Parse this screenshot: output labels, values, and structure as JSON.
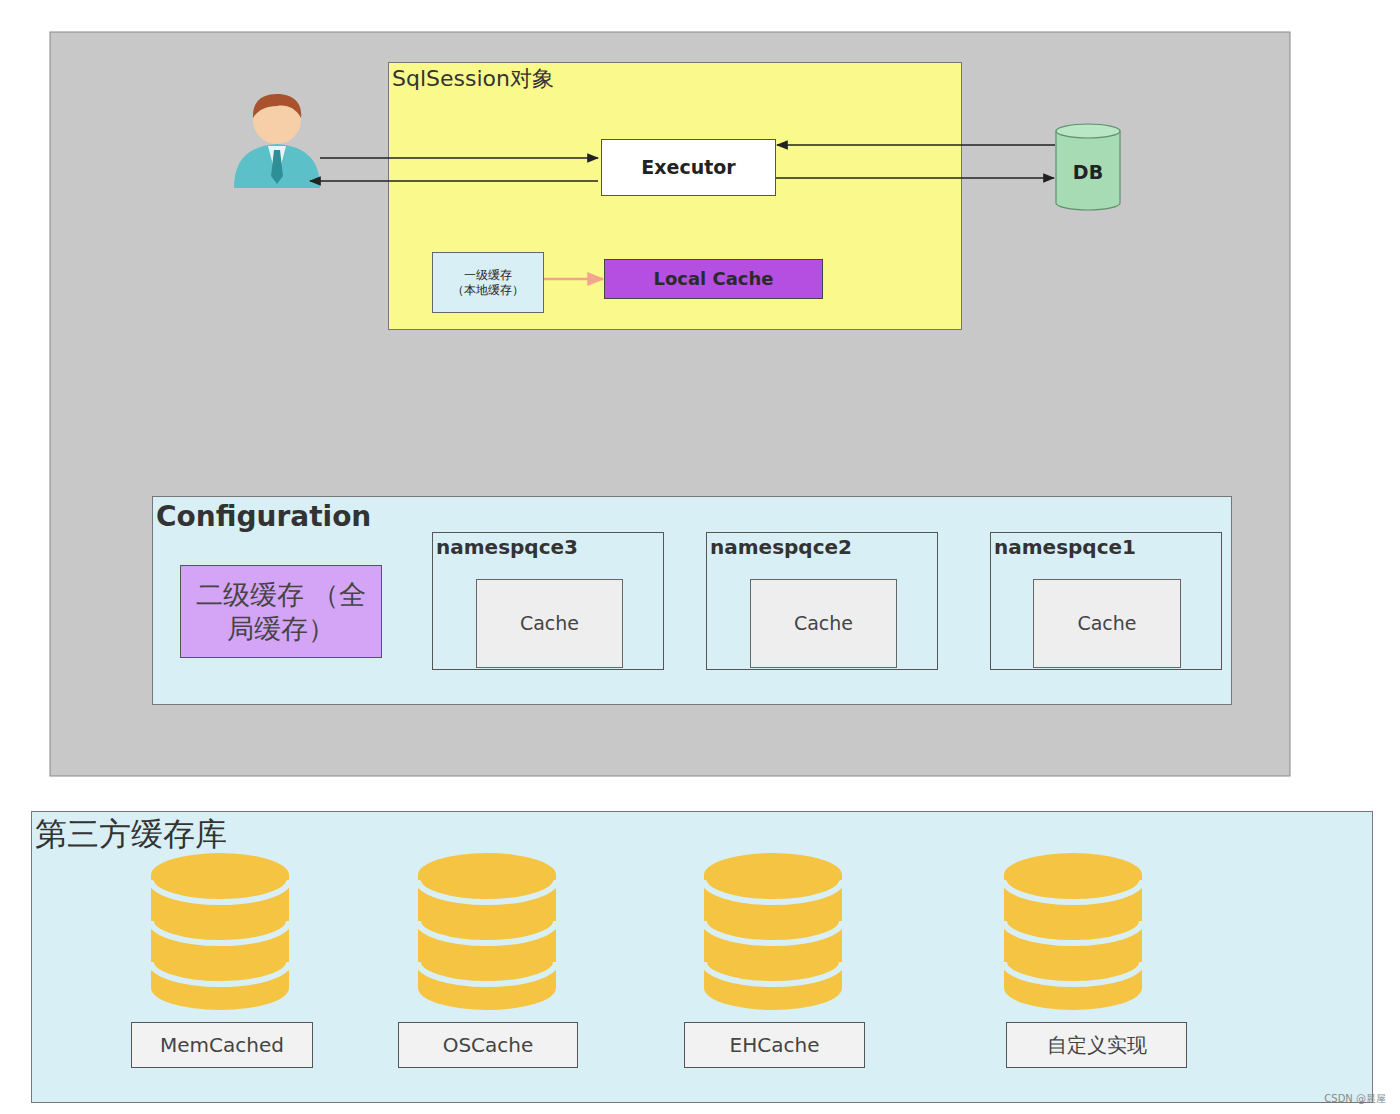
{
  "diagram": {
    "nodes": [
      {
        "text": [
          "SqlSession对象"
        ]
      },
      {
        "text": [
          "Executor"
        ],
        "in": 0
      },
      {
        "text": [
          "DB"
        ]
      },
      {
        "text": [
          "一级缓存 （本地缓存）"
        ],
        "in": 0
      },
      {
        "text": [
          "Local Cache"
        ],
        "in": 0
      },
      {
        "text": [
          "Configuration"
        ]
      },
      {
        "text": [
          "二级缓存 （全局缓存）"
        ],
        "in": 5
      },
      {
        "text": [
          "namespqce3"
        ],
        "in": 5
      },
      {
        "text": [
          "Cache"
        ],
        "in": 7
      },
      {
        "text": [
          "namespqce2"
        ],
        "in": 5
      },
      {
        "text": [
          "Cache"
        ],
        "in": 9
      },
      {
        "text": [
          "namespqce1"
        ],
        "in": 5
      },
      {
        "text": [
          "Cache"
        ],
        "in": 11
      },
      {
        "text": [
          "第三方缓存库"
        ]
      },
      {
        "text": [
          "MemCached"
        ],
        "in": 13
      },
      {
        "text": [
          "OSCache"
        ],
        "in": 13
      },
      {
        "text": [
          "EHCache"
        ],
        "in": 13
      },
      {
        "text": [
          "自定义实现"
        ],
        "in": 13
      }
    ],
    "edges": [
      {
        "from": 2,
        "to": 1,
        "arrow": "to"
      },
      {
        "from": 1,
        "to": 2,
        "arrow": "to"
      },
      {
        "from": 3,
        "to": 4,
        "arrow": "to"
      }
    ],
    "labels": [
      "CSDN @晨屋"
    ]
  }
}
